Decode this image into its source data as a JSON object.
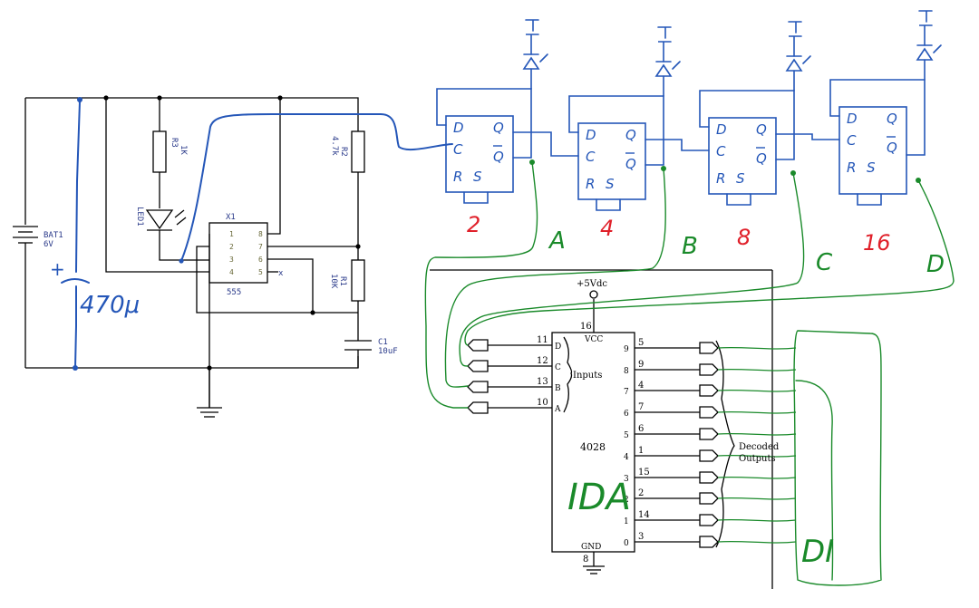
{
  "colors": {
    "black_wire": "#000000",
    "blue_wire": "#2456b8",
    "green_wire": "#1a8a2a",
    "red_ink": "#e0202a",
    "cad_text": "#2a3a8a",
    "pin_text": "#6a6a3a"
  },
  "timer": {
    "battery_ref": "BAT1",
    "battery_value": "6V",
    "cap_hand_label": "470μ",
    "r3_ref": "R3",
    "r3_value": "1K",
    "led_ref": "LED1",
    "r2_value": "4.7k",
    "r2_ref": "R2",
    "r1_value": "10K",
    "r1_ref": "R1",
    "c1_ref": "C1",
    "c1_value": "10uF",
    "chip_ref": "X1",
    "chip_name": "555",
    "chip_pins_left": [
      "1",
      "2",
      "3",
      "4"
    ],
    "chip_pins_right": [
      "8",
      "7",
      "6",
      "5"
    ],
    "nc_mark": "x",
    "plus_mark": "+"
  },
  "counter": {
    "flipflop_letters": {
      "d": "D",
      "c": "C",
      "r": "R",
      "s": "S",
      "q": "Q"
    },
    "divisors": [
      "2",
      "4",
      "8",
      "16"
    ],
    "bit_letters": [
      "A",
      "B",
      "C",
      "D"
    ]
  },
  "decoder": {
    "supply_label": "+5Vdc",
    "vcc_pin": "16",
    "vcc_label": "VCC",
    "gnd_label": "GND",
    "gnd_pin": "8",
    "chip_name": "4028",
    "hand_label": "IDA",
    "inputs_label": "Inputs",
    "outputs_label_1": "Decoded",
    "outputs_label_2": "Outputs",
    "inputs": [
      {
        "pin": "11",
        "letter": "D"
      },
      {
        "pin": "12",
        "letter": "C"
      },
      {
        "pin": "13",
        "letter": "B"
      },
      {
        "pin": "10",
        "letter": "A"
      }
    ],
    "outputs": [
      {
        "index": "9",
        "pin": "5"
      },
      {
        "index": "8",
        "pin": "9"
      },
      {
        "index": "7",
        "pin": "4"
      },
      {
        "index": "6",
        "pin": "7"
      },
      {
        "index": "5",
        "pin": "6"
      },
      {
        "index": "4",
        "pin": "1"
      },
      {
        "index": "3",
        "pin": "15"
      },
      {
        "index": "2",
        "pin": "2"
      },
      {
        "index": "1",
        "pin": "14"
      },
      {
        "index": "0",
        "pin": "3"
      }
    ],
    "display_hand_label": "DI"
  }
}
